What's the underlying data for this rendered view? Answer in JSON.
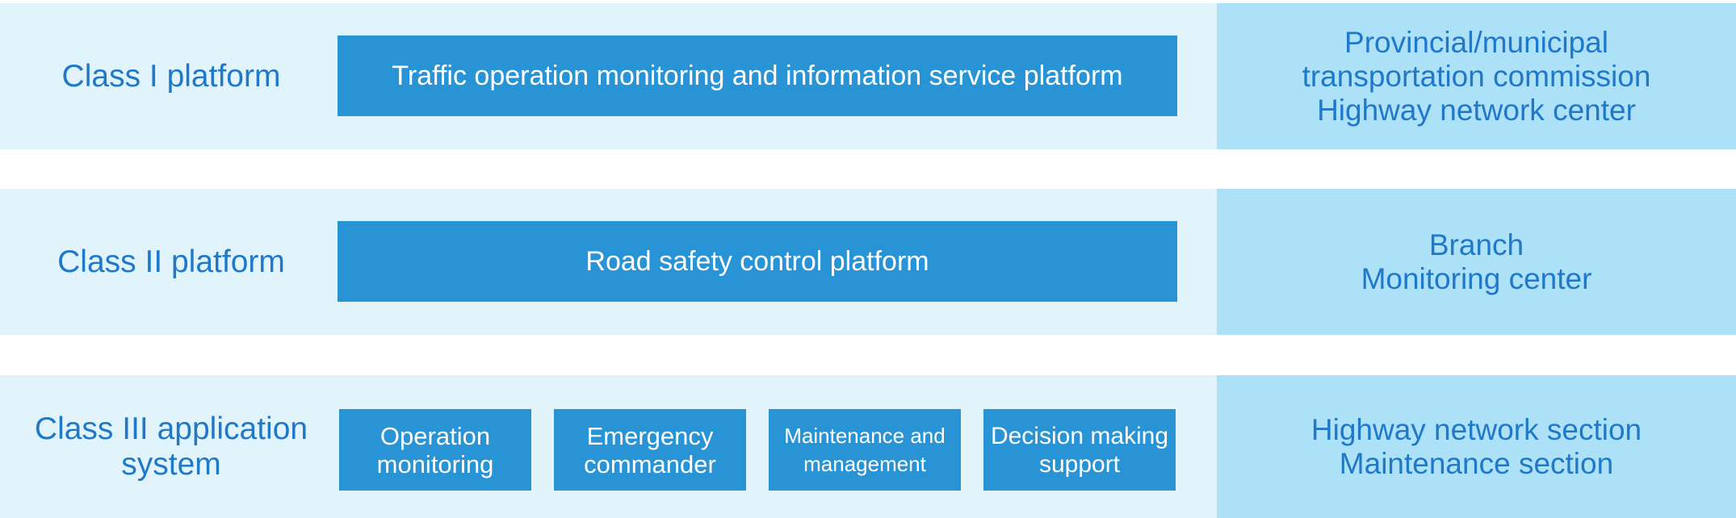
{
  "tiers": [
    {
      "label": "Class I platform",
      "box": "Traffic operation monitoring and information service platform",
      "org_lines": [
        "Provincial/municipal",
        "transportation commission",
        "Highway network center"
      ]
    },
    {
      "label": "Class II platform",
      "box": "Road safety control platform",
      "org_lines": [
        "Branch",
        "Monitoring center"
      ]
    },
    {
      "label_lines": [
        "Class III application",
        "system"
      ],
      "modules": [
        {
          "lines": [
            "Operation",
            "monitoring"
          ]
        },
        {
          "lines": [
            "Emergency",
            "commander"
          ]
        },
        {
          "lines": [
            "Maintenance and",
            "management"
          ]
        },
        {
          "lines": [
            "Decision making",
            "support"
          ]
        }
      ],
      "org_lines": [
        "Highway network section",
        "Maintenance section"
      ]
    }
  ],
  "colors": {
    "band_background": "#e1f4fc",
    "org_panel": "#ade1f8",
    "box_fill": "#2994d5",
    "label_text": "#1f78c8",
    "box_text": "#ffffff"
  }
}
